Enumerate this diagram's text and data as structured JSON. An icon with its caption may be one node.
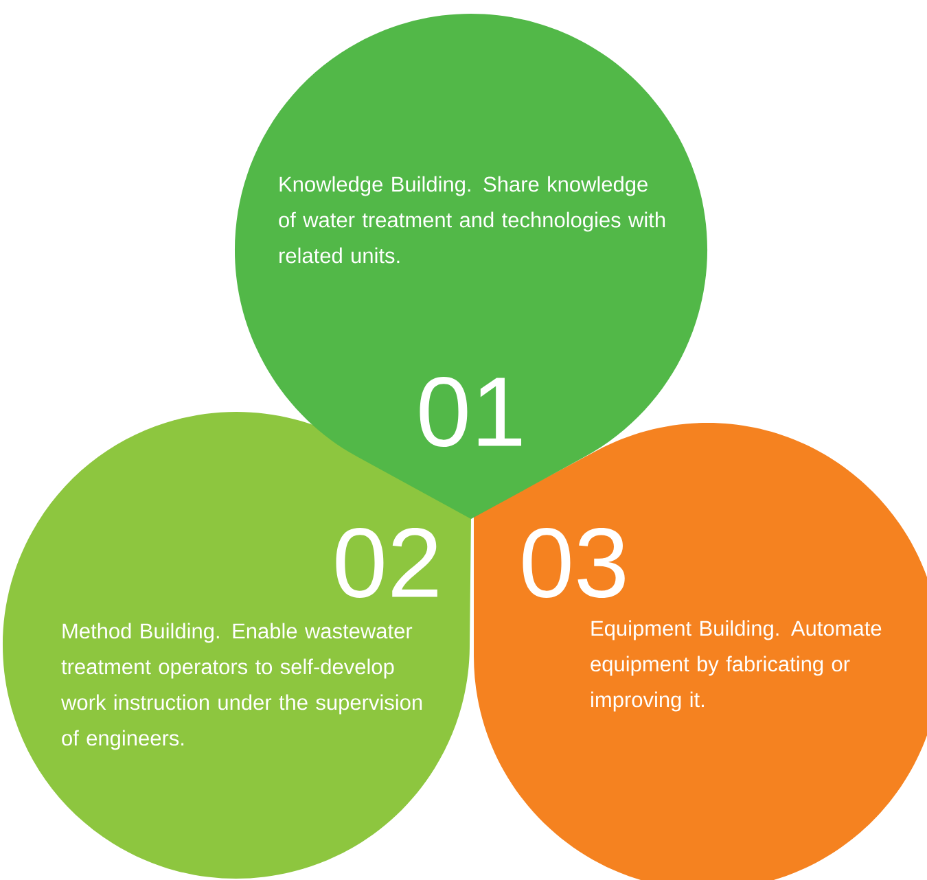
{
  "diagram": {
    "nodes": [
      {
        "text": [
          "Knowledge Building.  Share knowledge of water treatment and technologies with related units.",
          "01"
        ]
      },
      {
        "text": [
          "02",
          "Method Building.  Enable wastewater treatment operators to self-develop work instruction under the supervision of engineers."
        ]
      },
      {
        "text": [
          "03",
          "Equipment Building. Automate equipment by fabricating or improving it."
        ]
      }
    ]
  }
}
